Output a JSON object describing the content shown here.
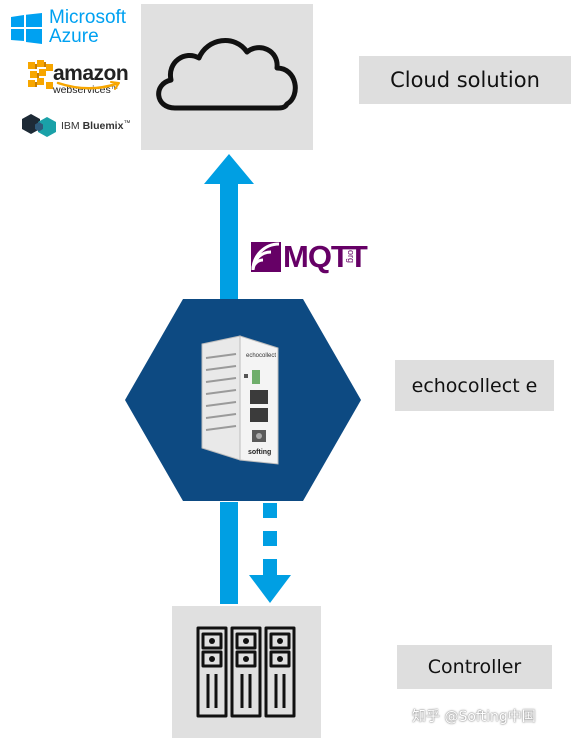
{
  "logos": {
    "azure": {
      "line1": "Microsoft",
      "line2": "Azure",
      "color": "#00a1f1"
    },
    "aws": {
      "line1": "amazon",
      "line2": "webservices",
      "tm": "™",
      "smile_color": "#f7a600"
    },
    "bluemix": {
      "prefix": "IBM",
      "name": "Bluemix",
      "tm": "™"
    },
    "mqtt": {
      "text": "MQTT",
      "suffix": "org",
      "color": "#660066"
    }
  },
  "labels": {
    "cloud": "Cloud solution",
    "gateway": "echocollect e",
    "controller": "Controller"
  },
  "device": {
    "top_text": "echocollect",
    "brand": "softing"
  },
  "watermark": "知乎 @Softing中国",
  "colors": {
    "arrow": "#009fe3",
    "hexagon": "#0d4a82",
    "box_fill": "#dedede",
    "icon_stroke": "#111111"
  }
}
